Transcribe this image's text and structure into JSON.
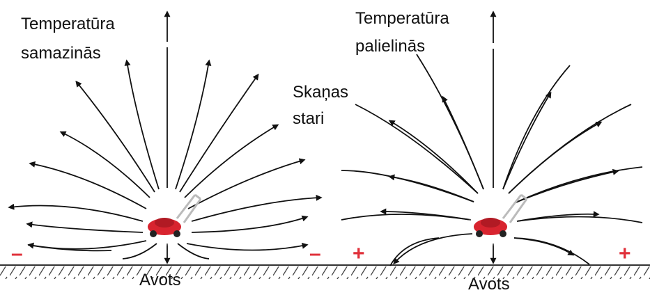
{
  "left_panel": {
    "title_line1": "Temperatūra",
    "title_line2": "samazinās",
    "source_label": "Avots",
    "sign_left": "–",
    "sign_right": "–"
  },
  "right_panel": {
    "title_line1": "Temperatūra",
    "title_line2": "palielinās",
    "rays_line1": "Skaņas",
    "rays_line2": "stari",
    "source_label": "Avots",
    "sign_left": "+",
    "sign_right": "+"
  },
  "colors": {
    "rays": "#111111",
    "signs": "#e0303a",
    "mower_body": "#d8242f",
    "ground": "#333333"
  },
  "icons": [
    "lawnmower-icon",
    "lawnmower-icon"
  ]
}
